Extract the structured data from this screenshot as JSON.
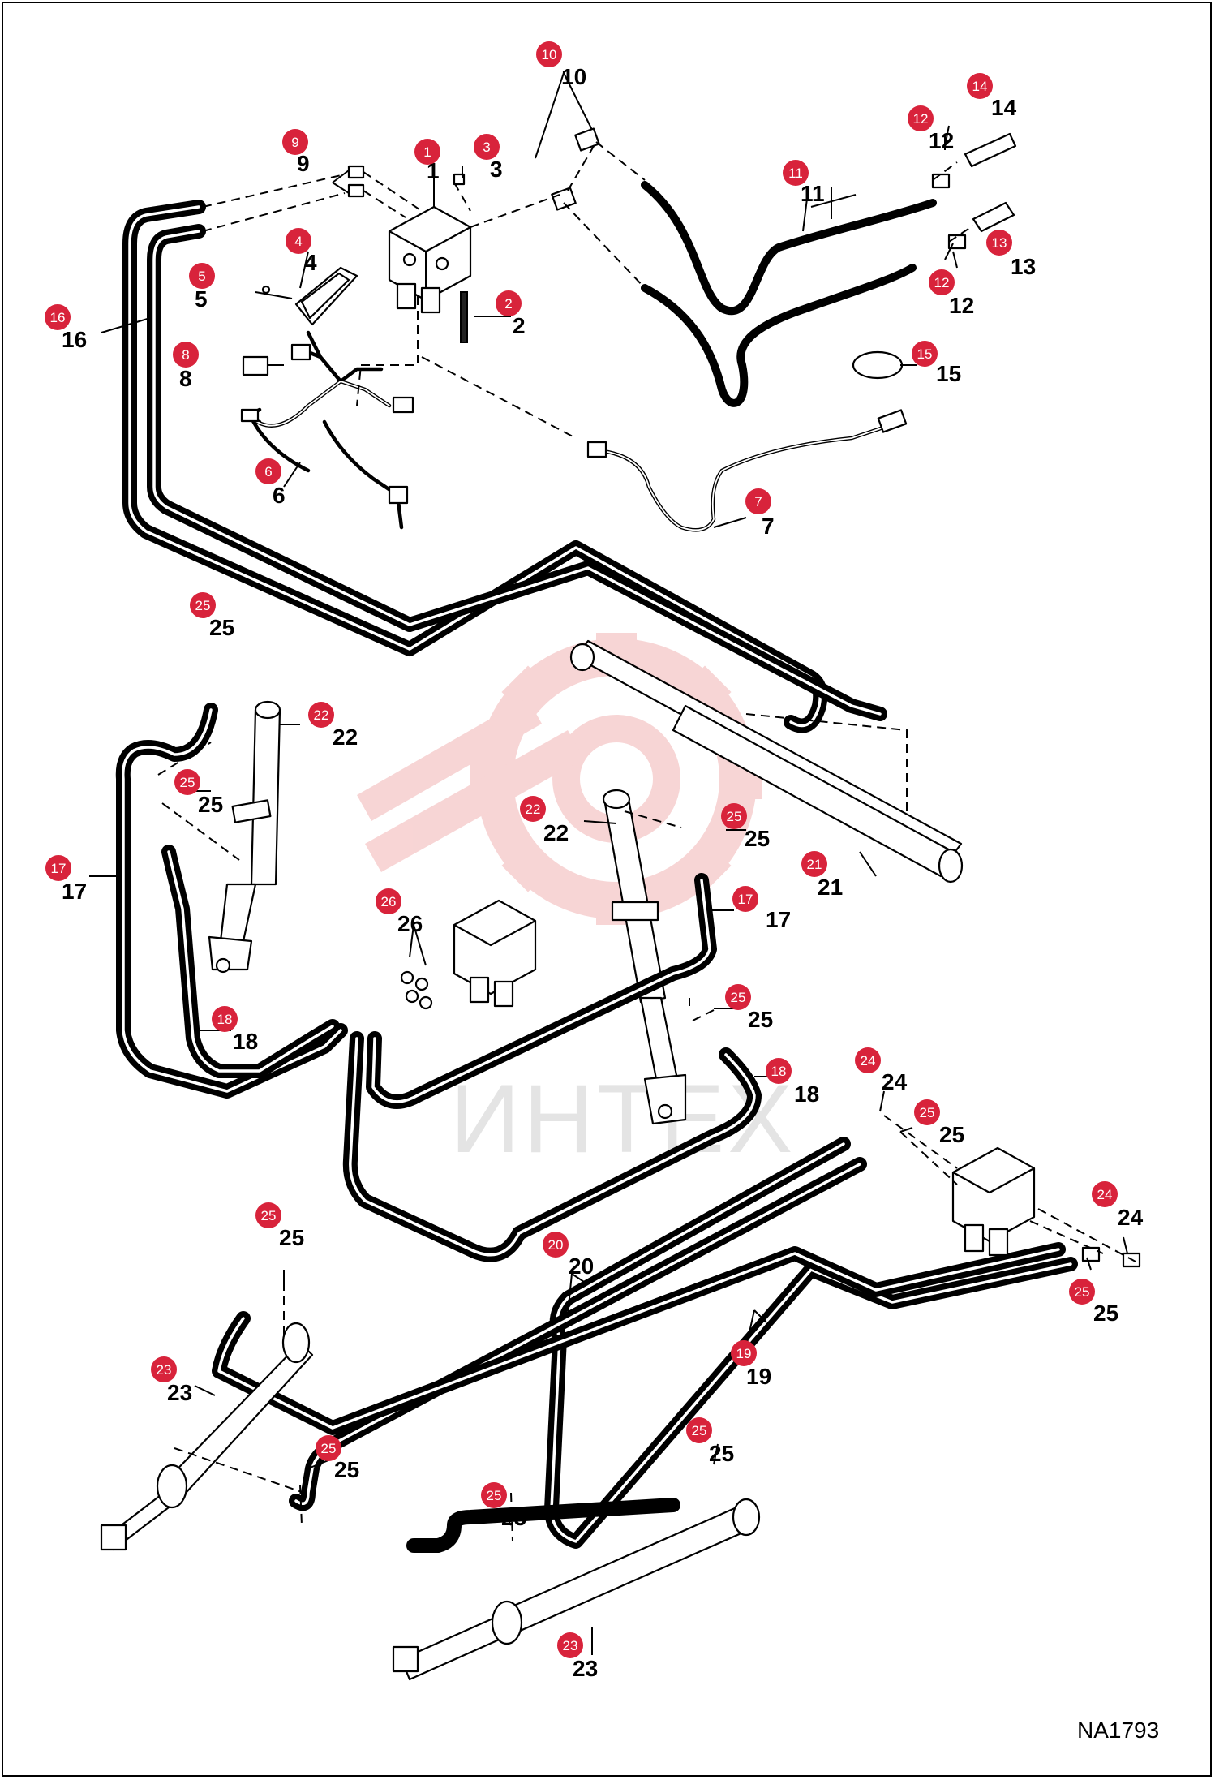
{
  "drawing_code": "NA1793",
  "watermark_text": "ИНТЕХ",
  "colors": {
    "badge": "#d8233b",
    "line": "#000000",
    "watermark": "#f2b3b3"
  },
  "callouts": [
    {
      "id": "c1",
      "badge": "1",
      "label": "1"
    },
    {
      "id": "c2",
      "badge": "2",
      "label": "2"
    },
    {
      "id": "c3",
      "badge": "3",
      "label": "3"
    },
    {
      "id": "c4",
      "badge": "4",
      "label": "4"
    },
    {
      "id": "c5",
      "badge": "5",
      "label": "5"
    },
    {
      "id": "c6",
      "badge": "6",
      "label": "6"
    },
    {
      "id": "c7",
      "badge": "7",
      "label": "7"
    },
    {
      "id": "c8",
      "badge": "8",
      "label": "8"
    },
    {
      "id": "c9",
      "badge": "9",
      "label": "9"
    },
    {
      "id": "c10",
      "badge": "10",
      "label": "10"
    },
    {
      "id": "c11",
      "badge": "11",
      "label": "11"
    },
    {
      "id": "c12a",
      "badge": "12",
      "label": "12"
    },
    {
      "id": "c12b",
      "badge": "12",
      "label": "12"
    },
    {
      "id": "c13",
      "badge": "13",
      "label": "13"
    },
    {
      "id": "c14",
      "badge": "14",
      "label": "14"
    },
    {
      "id": "c15",
      "badge": "15",
      "label": "15"
    },
    {
      "id": "c16",
      "badge": "16",
      "label": "16"
    },
    {
      "id": "c17a",
      "badge": "17",
      "label": "17"
    },
    {
      "id": "c17b",
      "badge": "17",
      "label": "17"
    },
    {
      "id": "c18a",
      "badge": "18",
      "label": "18"
    },
    {
      "id": "c18b",
      "badge": "18",
      "label": "18"
    },
    {
      "id": "c19",
      "badge": "19",
      "label": "19"
    },
    {
      "id": "c20",
      "badge": "20",
      "label": "20"
    },
    {
      "id": "c21",
      "badge": "21",
      "label": "21"
    },
    {
      "id": "c22a",
      "badge": "22",
      "label": "22"
    },
    {
      "id": "c22b",
      "badge": "22",
      "label": "22"
    },
    {
      "id": "c23a",
      "badge": "23",
      "label": "23"
    },
    {
      "id": "c23b",
      "badge": "23",
      "label": "23"
    },
    {
      "id": "c24a",
      "badge": "24",
      "label": "24"
    },
    {
      "id": "c24b",
      "badge": "24",
      "label": "24"
    },
    {
      "id": "c25a",
      "badge": "25",
      "label": "25"
    },
    {
      "id": "c25b",
      "badge": "25",
      "label": "25"
    },
    {
      "id": "c25c",
      "badge": "25",
      "label": "25"
    },
    {
      "id": "c25d",
      "badge": "25",
      "label": "25"
    },
    {
      "id": "c25e",
      "badge": "25",
      "label": "25"
    },
    {
      "id": "c25f",
      "badge": "25",
      "label": "25"
    },
    {
      "id": "c25g",
      "badge": "25",
      "label": "25"
    },
    {
      "id": "c25h",
      "badge": "25",
      "label": "25"
    },
    {
      "id": "c25i",
      "badge": "25",
      "label": "25"
    },
    {
      "id": "c25j",
      "badge": "25",
      "label": "25"
    },
    {
      "id": "c25k",
      "badge": "25",
      "label": "25"
    },
    {
      "id": "c26",
      "badge": "26",
      "label": "26"
    }
  ]
}
